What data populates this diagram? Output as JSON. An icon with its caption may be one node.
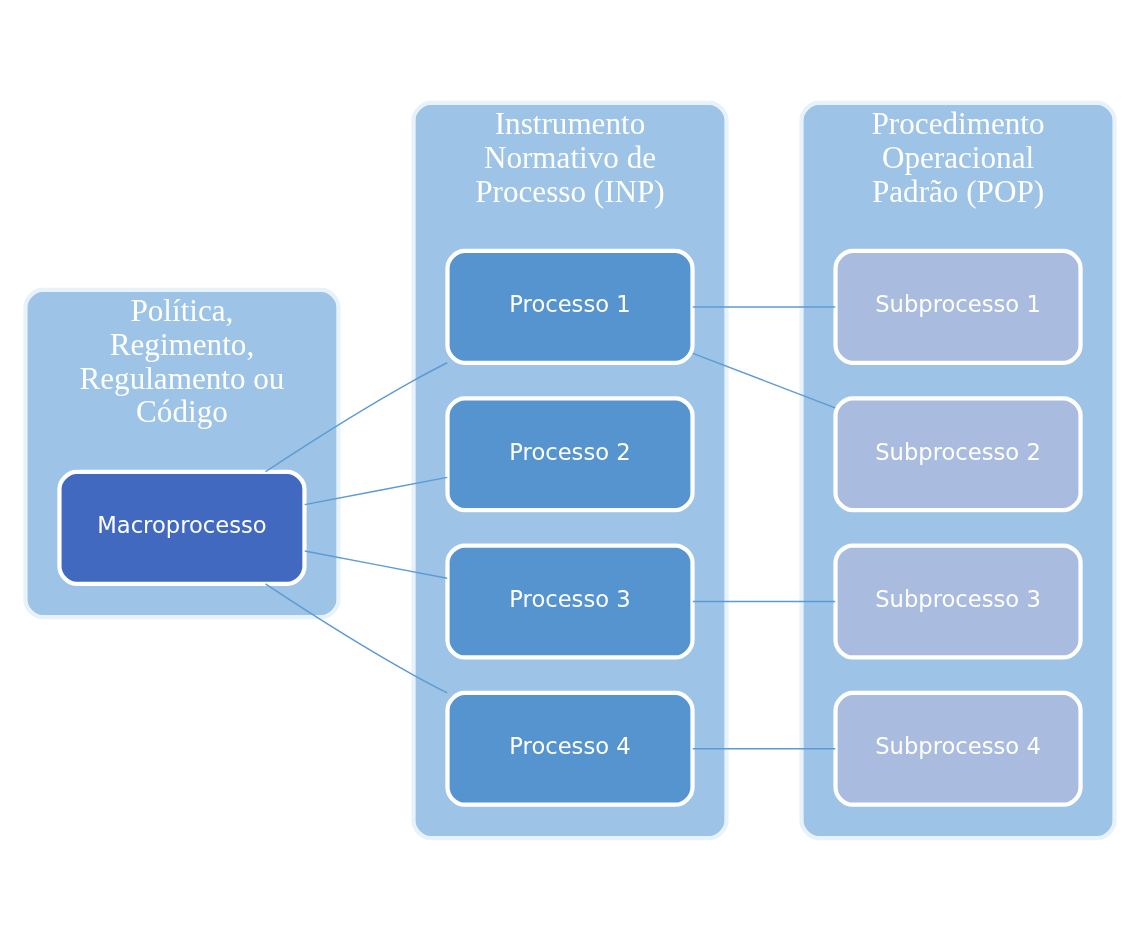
{
  "diagram": {
    "nodes": [
      {
        "text": [
          "Política, Regimento, Regulamento ou Código"
        ]
      },
      {
        "text": [
          "Macroprocesso"
        ],
        "in": 0
      },
      {
        "text": [
          "Instrumento Normativo de Processo (INP)"
        ]
      },
      {
        "text": [
          "Processo 1"
        ],
        "in": 2
      },
      {
        "text": [
          "Processo 2"
        ],
        "in": 2
      },
      {
        "text": [
          "Processo 3"
        ],
        "in": 2
      },
      {
        "text": [
          "Processo 4"
        ],
        "in": 2
      },
      {
        "text": [
          "Procedimento Operacional Padrão (POP)"
        ]
      },
      {
        "text": [
          "Subprocesso 1"
        ],
        "in": 7
      },
      {
        "text": [
          "Subprocesso 2"
        ],
        "in": 7
      },
      {
        "text": [
          "Subprocesso 3"
        ],
        "in": 7
      },
      {
        "text": [
          "Subprocesso 4"
        ],
        "in": 7
      }
    ],
    "edges": [
      {
        "from": 1,
        "to": 3,
        "arrow": "none"
      },
      {
        "from": 1,
        "to": 4,
        "arrow": "none"
      },
      {
        "from": 1,
        "to": 5,
        "arrow": "none"
      },
      {
        "from": 1,
        "to": 6,
        "arrow": "none"
      },
      {
        "from": 3,
        "to": 8,
        "arrow": "none"
      },
      {
        "from": 3,
        "to": 9,
        "arrow": "none"
      },
      {
        "from": 5,
        "to": 10,
        "arrow": "none"
      },
      {
        "from": 6,
        "to": 11,
        "arrow": "none"
      }
    ]
  }
}
